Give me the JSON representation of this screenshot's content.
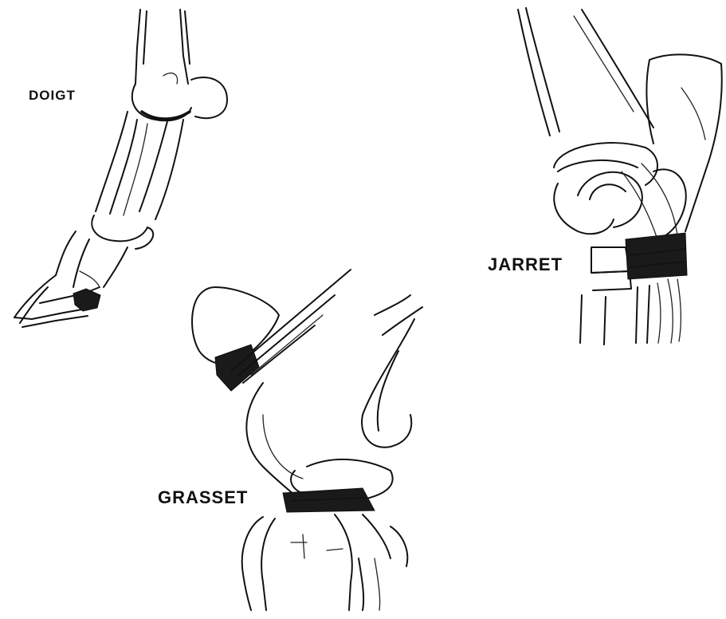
{
  "labels": {
    "digit": "DOIGT",
    "hock": "JARRET",
    "stifle": "GRASSET"
  }
}
